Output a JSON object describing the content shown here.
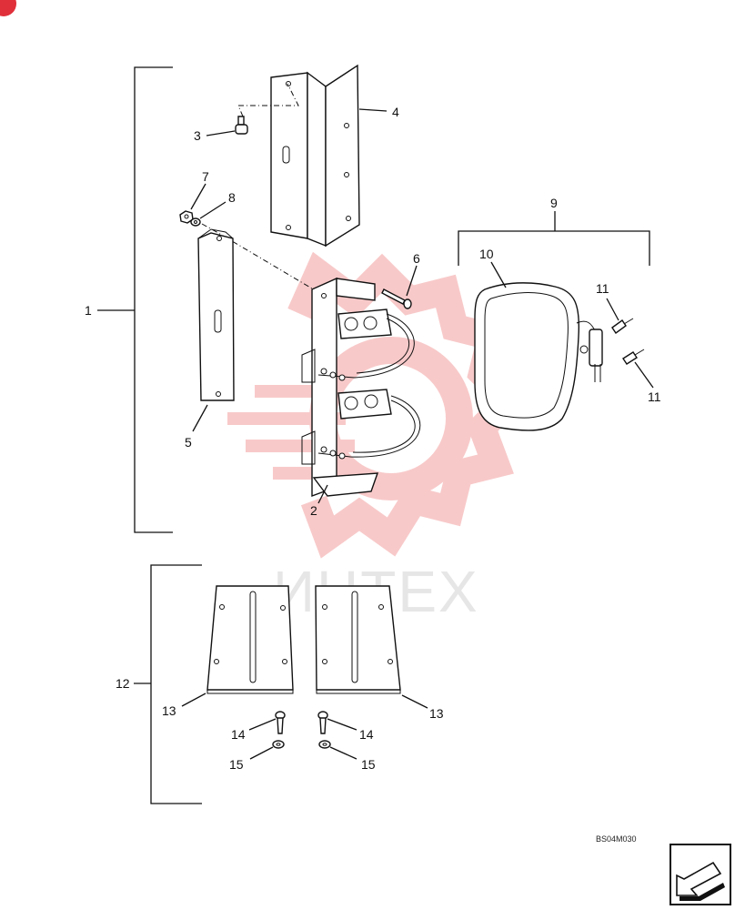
{
  "diagram": {
    "labels": {
      "l1": "1",
      "l2": "2",
      "l3": "3",
      "l4": "4",
      "l5": "5",
      "l6": "6",
      "l7": "7",
      "l8": "8",
      "l9": "9",
      "l10": "10",
      "l11a": "11",
      "l11b": "11",
      "l12": "12",
      "l13a": "13",
      "l13b": "13",
      "l14a": "14",
      "l14b": "14",
      "l15a": "15",
      "l15b": "15"
    },
    "drawing_code": "BS04M030",
    "watermark_text": "ИНТЕХ",
    "colors": {
      "watermark_red": "#f08a8a",
      "corner_badge": "#e0303a",
      "line": "#111111"
    }
  }
}
